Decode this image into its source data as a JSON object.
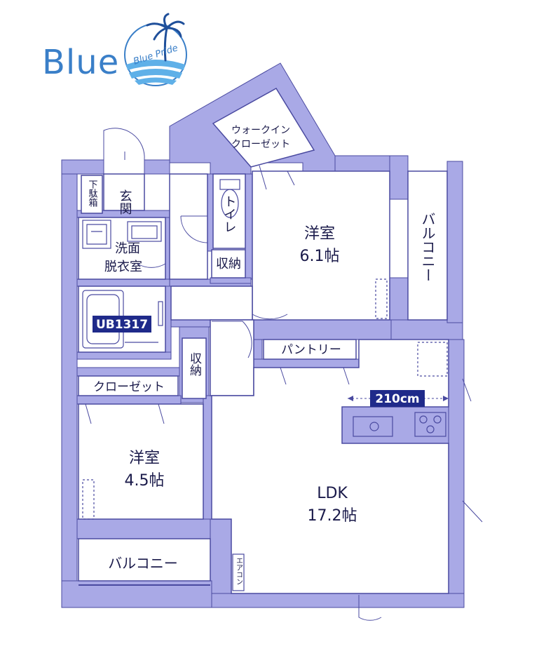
{
  "logo": {
    "wordmark": "Blue",
    "badge_text": "Blue Pride"
  },
  "colors": {
    "wall": "#a9a9e6",
    "wall_stroke": "#4a4aa0",
    "floor": "#ffffff",
    "label": "#1a1a4a",
    "logo_blue": "#3a7fc8",
    "badge_bg": "#1f2a8a"
  },
  "rooms": {
    "walk_in_closet": {
      "line1": "ウォークイン",
      "line2": "クローゼット"
    },
    "entrance": {
      "name": "玄関"
    },
    "shoe_box": {
      "name": "下駄箱"
    },
    "toilet": {
      "name": "トイレ"
    },
    "western_room_1": {
      "name": "洋室",
      "size": "6.1帖"
    },
    "balcony_east": {
      "name": "バルコニー"
    },
    "washroom": {
      "line1": "洗面",
      "line2": "脱衣室"
    },
    "storage_1": {
      "name": "収納"
    },
    "bath": {
      "name": "UB1317"
    },
    "pantry": {
      "name": "パントリー"
    },
    "storage_2": {
      "name": "収納"
    },
    "closet": {
      "name": "クローゼット"
    },
    "kitchen": {
      "width_label": "210cm"
    },
    "western_room_2": {
      "name": "洋室",
      "size": "4.5帖"
    },
    "ldk": {
      "name": "LDK",
      "size": "17.2帖"
    },
    "aircon": {
      "name": "エアコン"
    },
    "balcony_south": {
      "name": "バルコニー"
    }
  }
}
